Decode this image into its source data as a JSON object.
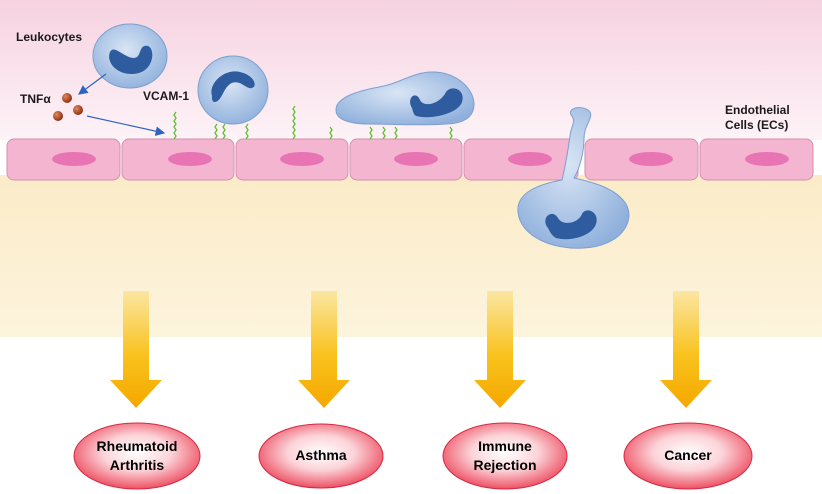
{
  "labels": {
    "leukocytes": "Leukocytes",
    "tnf": "TNFα",
    "vcam": "VCAM-1",
    "endothelial_line1": "Endothelial",
    "endothelial_line2": "Cells (ECs)"
  },
  "diseases": [
    {
      "line1": "Rheumatoid",
      "line2": "Arthritis"
    },
    {
      "line1": "Asthma",
      "line2": ""
    },
    {
      "line1": "Immune",
      "line2": "Rejection"
    },
    {
      "line1": "Cancer",
      "line2": ""
    }
  ],
  "colors": {
    "top_band": "#f8d9e5",
    "tissue": "#fcefd2",
    "cell_fill": "#f3b5cf",
    "nucleus": "#e874b3",
    "leukocyte": "#a7c1e3",
    "leukocyte_nucleus": "#2e5c9e",
    "vcam": "#5fbf2f",
    "tnf": "#a5381c",
    "arrow": "#f7b500",
    "disease": "#e8354b"
  },
  "icons": [
    "leukocyte-cell-icon",
    "tnf-molecule-icon",
    "vcam-receptor-icon",
    "down-arrow-icon"
  ]
}
